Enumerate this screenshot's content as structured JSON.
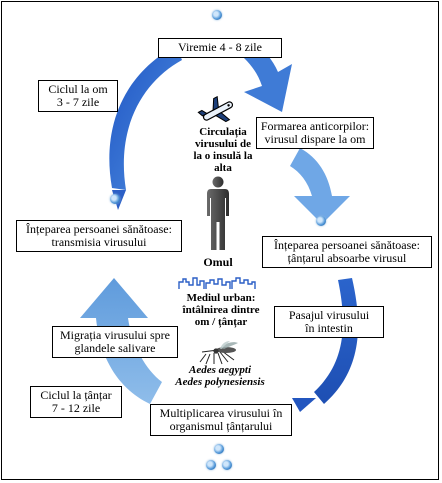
{
  "boxes": {
    "viremia": "Viremie 4 - 8 zile",
    "antibodies": [
      "Formarea anticorpilor:",
      "virusul dispare la om"
    ],
    "cycle_human": [
      "Ciclul la om",
      "3 - 7 zile"
    ],
    "bite_healthy_mosquito": [
      "Înțeparea persoanei sănătoase:",
      "țânțarul absoarbe virusul"
    ],
    "bite_healthy_transmission": [
      "Înțeparea persoanei sănătoase:",
      "transmisia virusului"
    ],
    "intestine": [
      "Pasajul virusului",
      "în intestin"
    ],
    "salivary": [
      "Migrația virusului spre",
      "glandele salivare"
    ],
    "cycle_mosquito": [
      "Ciclul la țânțar",
      "7 - 12 zile"
    ],
    "multiplication": [
      "Multiplicarea virusului în",
      "organismul țânțarului"
    ]
  },
  "labels": {
    "circulation": [
      "Circulația",
      "virusului de",
      "la o insulă la",
      "alta"
    ],
    "human": "Omul",
    "urban": [
      "Mediul urban:",
      "întâlnirea dintre",
      "om / țânțar"
    ],
    "species": [
      "Aedes aegypti",
      "Aedes polynesiensis"
    ]
  },
  "icons": [
    "airplane-icon",
    "human-silhouette-icon",
    "city-skyline-icon",
    "mosquito-icon",
    "virus-particle-icon"
  ],
  "colors": {
    "arrow": "#2e63c8",
    "arrow_light": "#7fb0e6",
    "box_border": "#000000"
  }
}
